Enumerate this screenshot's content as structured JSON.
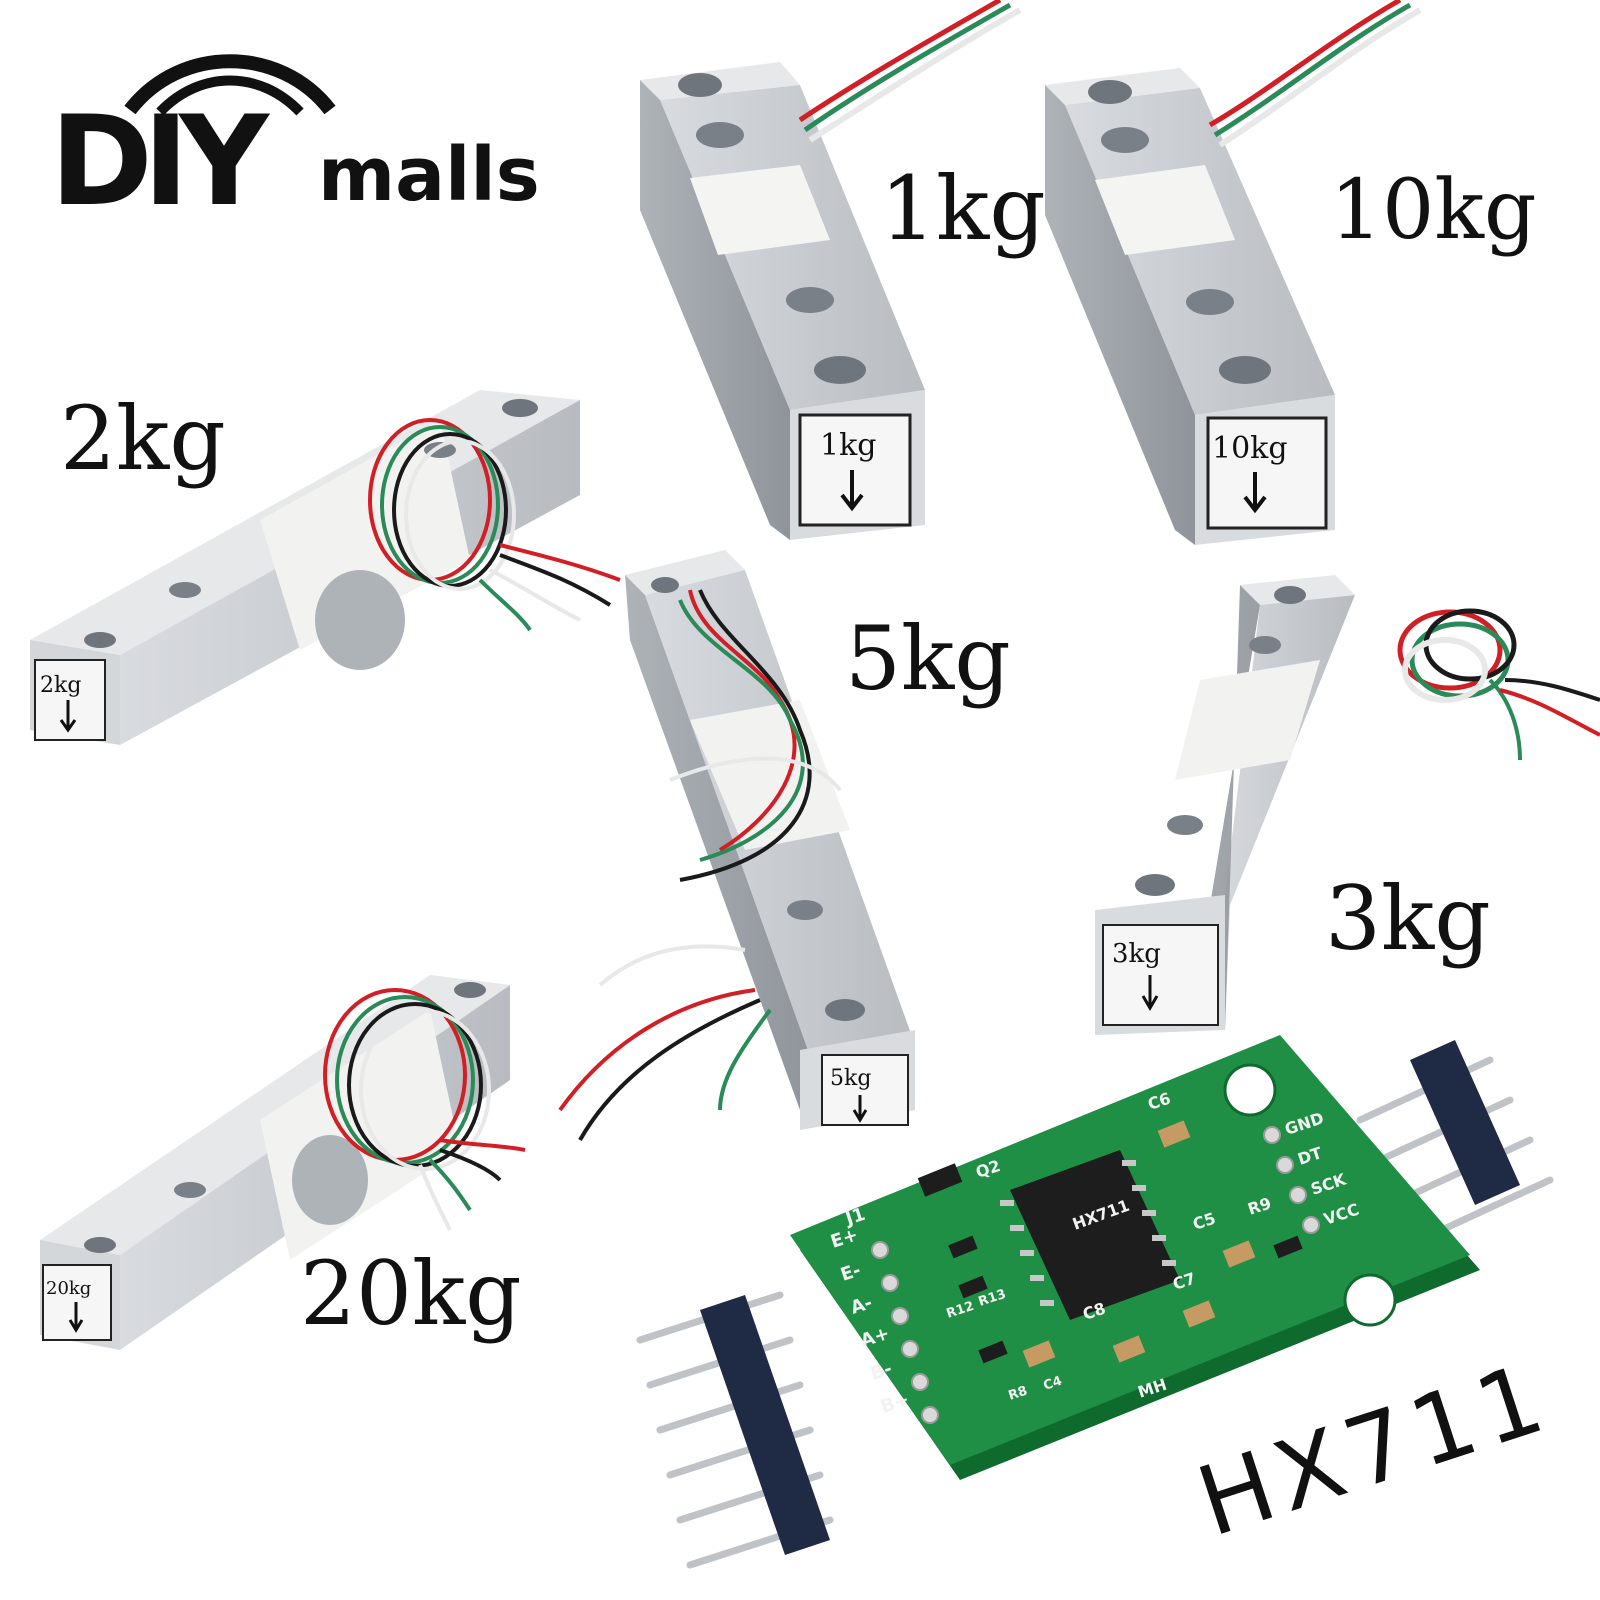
{
  "brand": {
    "logo_main": "DIY",
    "logo_sub": "malls"
  },
  "labels": {
    "kg1": "1kg",
    "kg10": "10kg",
    "kg2": "2kg",
    "kg5": "5kg",
    "kg3": "3kg",
    "kg20": "20kg",
    "module": "HX711"
  },
  "plates": {
    "kg1": "1kg",
    "kg10": "10kg",
    "kg2": "2kg",
    "kg5": "5kg",
    "kg3": "3kg",
    "kg20": "20kg"
  },
  "board": {
    "left_pins": [
      "E+",
      "E-",
      "A-",
      "A+",
      "B-",
      "B+"
    ],
    "right_pins": [
      "GND",
      "DT",
      "SCK",
      "VCC"
    ],
    "header_j1": "J1",
    "components": [
      "C6",
      "Q2",
      "C5",
      "R9",
      "R12",
      "R13",
      "C8",
      "C7",
      "R8",
      "C4"
    ],
    "marking": "MH",
    "chip_text": "HX711"
  },
  "colors": {
    "aluminum": "#c9ccd0",
    "aluminum_dark": "#9ea3a8",
    "pcb_green": "#1f8f45",
    "wire_red": "#d21f26",
    "wire_green": "#2a8a58",
    "wire_black": "#1a1a1a",
    "wire_white": "#e8e8e8"
  }
}
